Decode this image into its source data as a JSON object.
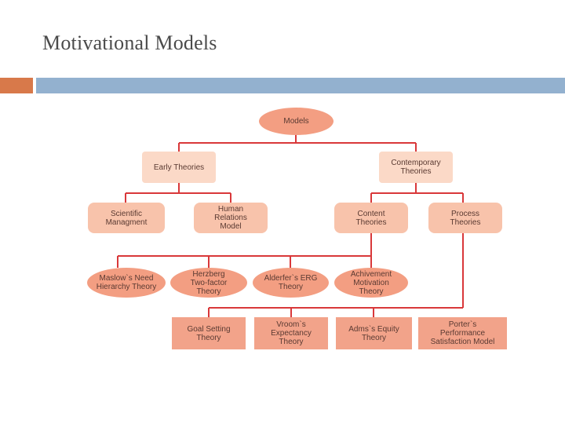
{
  "slide": {
    "title": "Motivational Models"
  },
  "nodes": {
    "models": "Models",
    "early_theories": "Early Theories",
    "contemporary_theories": "Contemporary\nTheories",
    "scientific_management": "Scientific\nManagment",
    "human_relations": "Human\nRelations\nModel",
    "content_theories": "Content\nTheories",
    "process_theories": "Process\nTheories",
    "maslow": "Maslow`s Need\nHierarchy Theory",
    "herzberg": "Herzberg\nTwo-factor\nTheory",
    "alderfer": "Alderfer`s ERG\nTheory",
    "achievement": "Achivement\nMotivation\nTheory",
    "goal_setting": "Goal Setting\nTheory",
    "vroom": "Vroom`s\nExpectancy\nTheory",
    "adams": "Adms`s Equity\nTheory",
    "porter": "Porter`s\nPerformance\nSatisfaction Model"
  },
  "colors": {
    "connector": "#d9383a",
    "accent_orange": "#d8794a",
    "accent_blue": "#93b1cf"
  }
}
